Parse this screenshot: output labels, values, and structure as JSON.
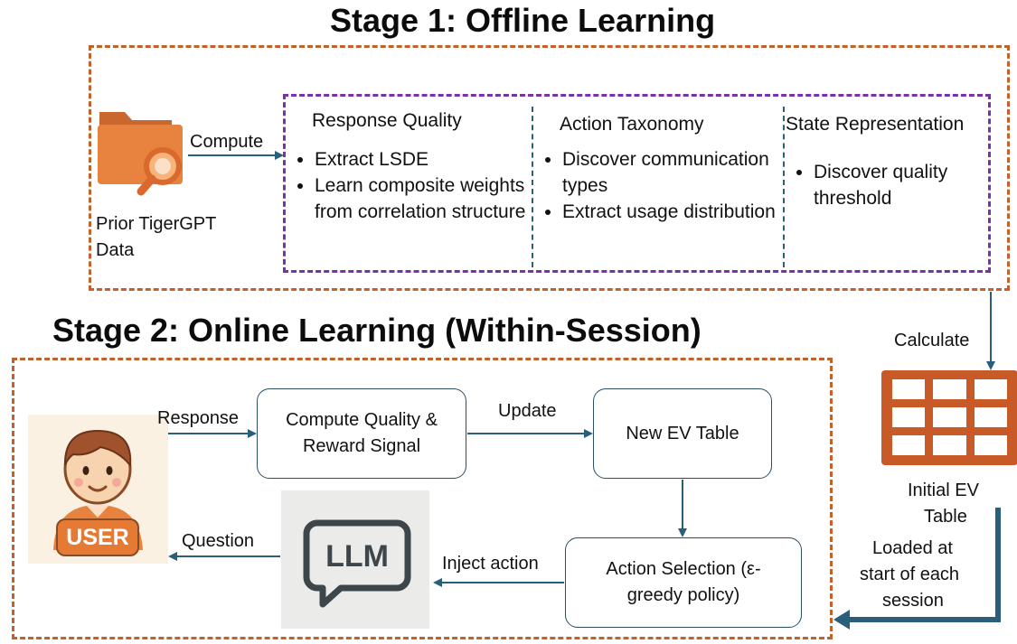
{
  "stage1": {
    "title": "Stage 1: Offline Learning",
    "data_label_line1": "Prior TigerGPT",
    "data_label_line2": "Data",
    "compute_label": "Compute",
    "columns": [
      {
        "title": "Response Quality",
        "bullets": [
          "Extract LSDE",
          "Learn composite weights from correlation structure"
        ]
      },
      {
        "title": "Action Taxonomy",
        "bullets": [
          "Discover communication types",
          "Extract usage distribution"
        ]
      },
      {
        "title": "State Representation",
        "bullets": [
          "Discover quality threshold"
        ]
      }
    ]
  },
  "stage2": {
    "title": "Stage 2: Online Learning (Within-Session)",
    "user_badge": "USER",
    "llm_badge": "LLM",
    "nodes": {
      "compute_quality": "Compute Quality & Reward Signal",
      "new_ev_table": "New EV Table",
      "action_selection": "Action Selection (ε-greedy policy)"
    },
    "edges": {
      "response": "Response",
      "update": "Update",
      "inject_action": "Inject action",
      "question": "Question"
    }
  },
  "side": {
    "calculate": "Calculate",
    "initial_ev_line1": "Initial EV",
    "initial_ev_line2": "Table",
    "loaded_line1": "Loaded at",
    "loaded_line2": "start of each",
    "loaded_line3": "session"
  },
  "colors": {
    "stage_border": "#c0622a",
    "inner_border": "#7a32a8",
    "arrow": "#2a5f7c",
    "folder": "#e8833f",
    "table_fill": "#c85a28"
  },
  "icons": {
    "data": "folder-search-icon",
    "table": "table-grid-icon",
    "user": "user-avatar-icon",
    "llm": "llm-chat-icon"
  }
}
